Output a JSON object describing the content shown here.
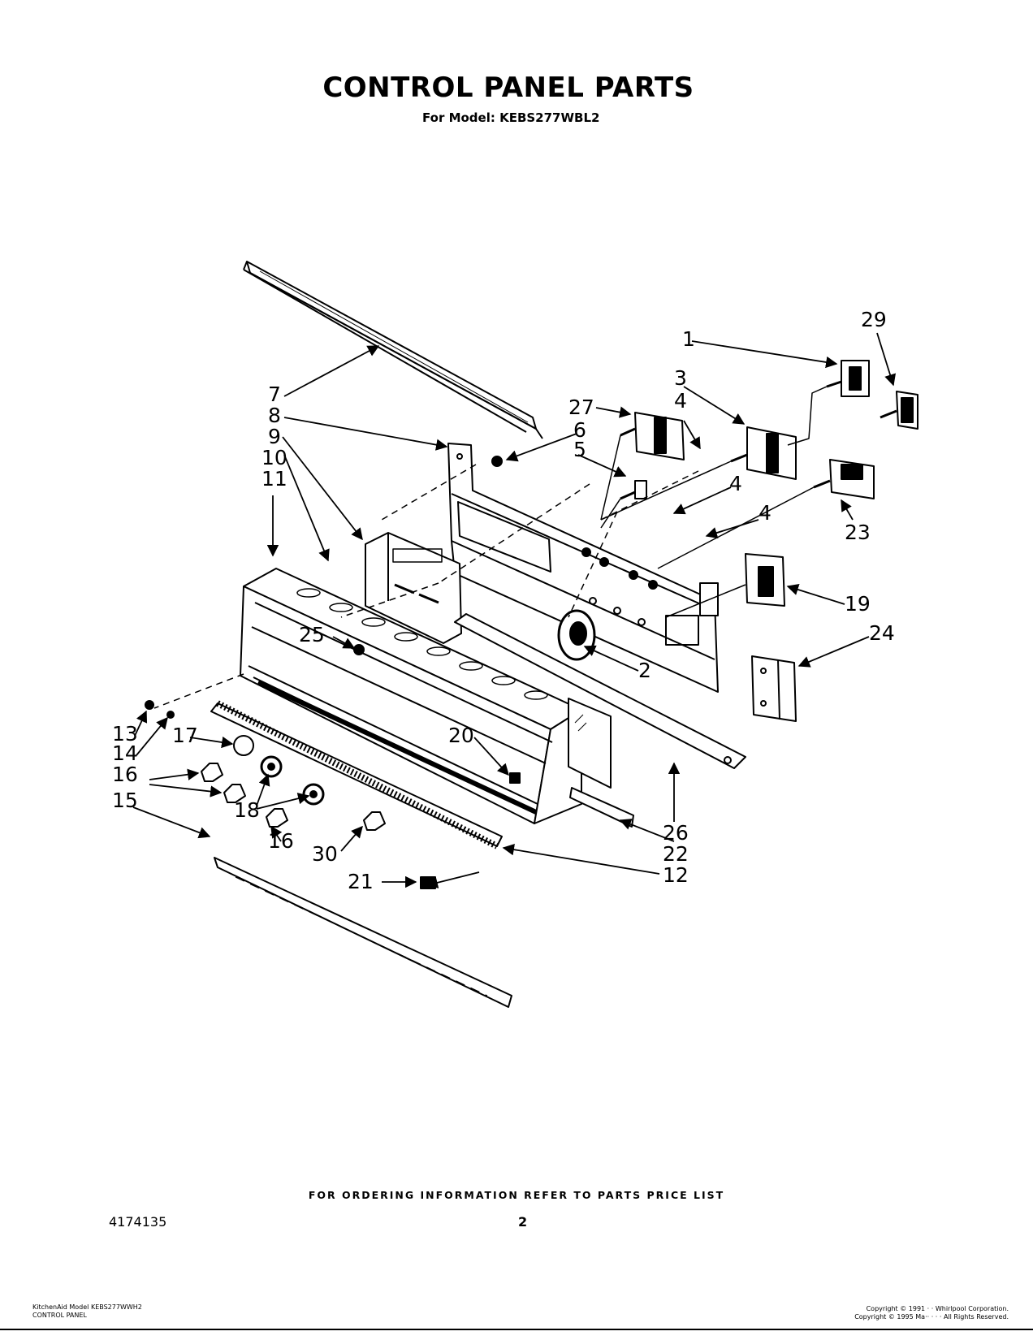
{
  "header": {
    "title": "CONTROL PANEL PARTS",
    "subtitle": "For Model: KEBS277WBL2"
  },
  "diagram": {
    "callouts": [
      {
        "label": "1"
      },
      {
        "label": "29"
      },
      {
        "label": "3"
      },
      {
        "label": "4"
      },
      {
        "label": "27"
      },
      {
        "label": "7"
      },
      {
        "label": "8"
      },
      {
        "label": "6"
      },
      {
        "label": "5"
      },
      {
        "label": "9"
      },
      {
        "label": "10"
      },
      {
        "label": "11"
      },
      {
        "label": "4"
      },
      {
        "label": "4"
      },
      {
        "label": "23"
      },
      {
        "label": "19"
      },
      {
        "label": "24"
      },
      {
        "label": "25"
      },
      {
        "label": "2"
      },
      {
        "label": "20"
      },
      {
        "label": "13"
      },
      {
        "label": "14"
      },
      {
        "label": "17"
      },
      {
        "label": "16"
      },
      {
        "label": "15"
      },
      {
        "label": "18"
      },
      {
        "label": "16"
      },
      {
        "label": "30"
      },
      {
        "label": "21"
      },
      {
        "label": "26"
      },
      {
        "label": "22"
      },
      {
        "label": "12"
      }
    ]
  },
  "footer": {
    "order_note": "FOR ORDERING INFORMATION REFER TO PARTS PRICE LIST",
    "doc_number": "4174135",
    "page_number": "2",
    "left_line1": "KitchenAid Model KEBS277WWH2",
    "left_line2": "CONTROL PANEL",
    "right_line1": "Copyright © 1991 · · Whirlpool Corporation.",
    "right_line2": "Copyright © 1995 Ma·· · · · All Rights Reserved."
  }
}
